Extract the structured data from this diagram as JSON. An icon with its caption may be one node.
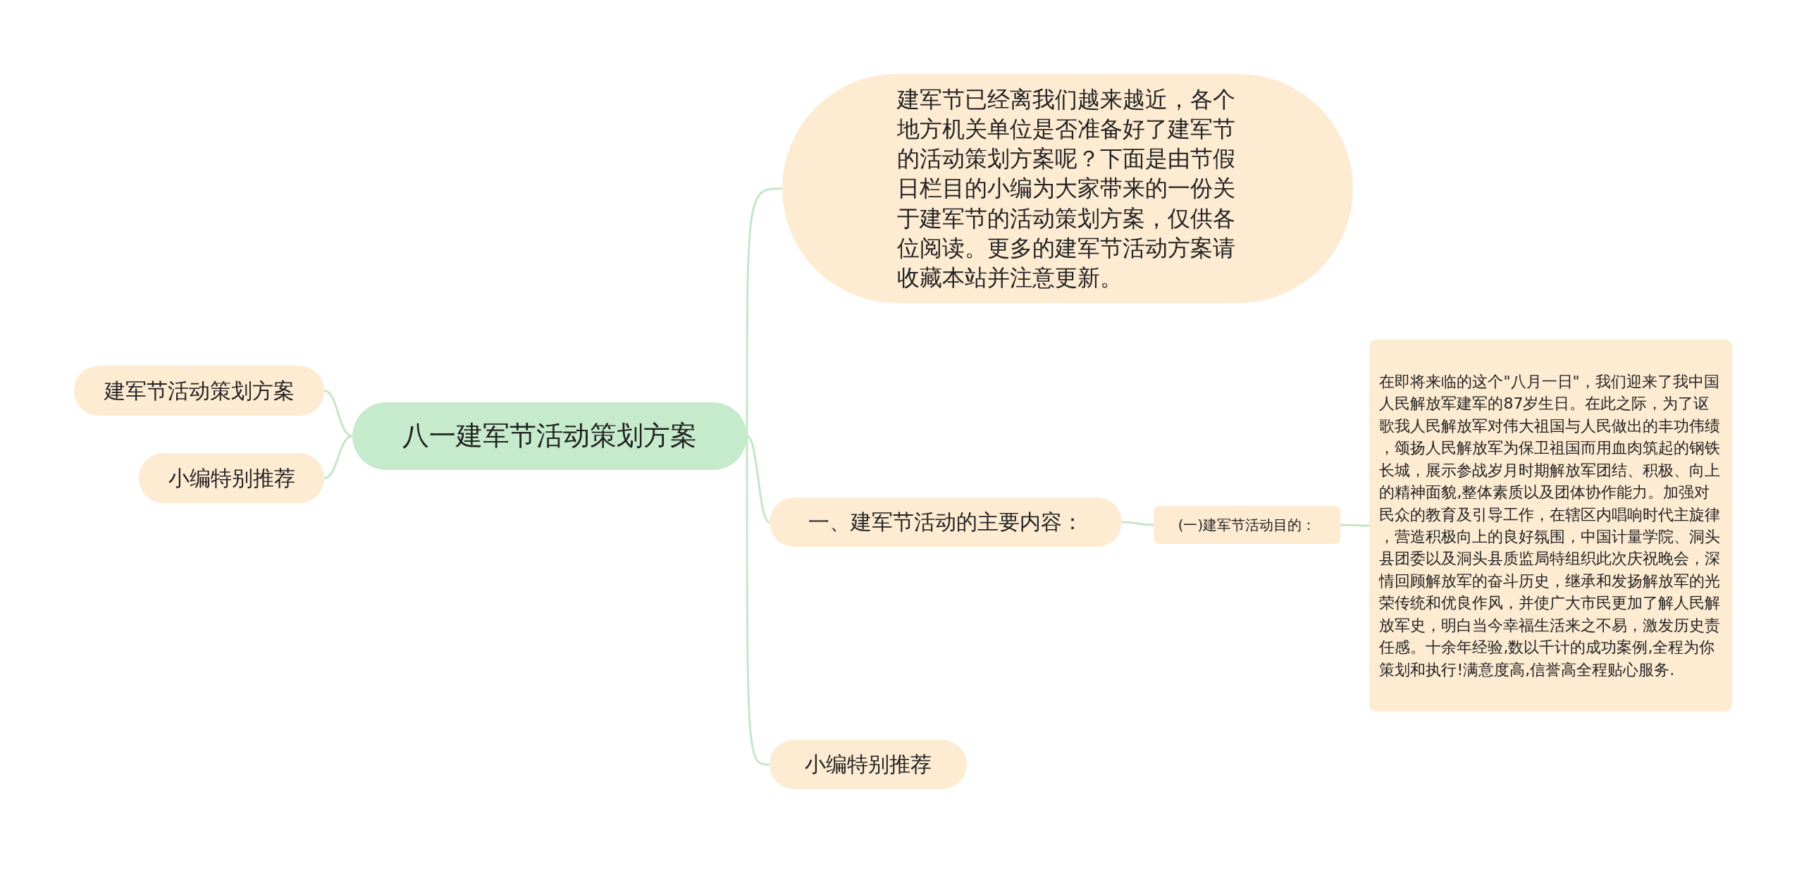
{
  "diagram": {
    "nodes": [
      {
        "text": [
          "八一建军节活动策划方案"
        ]
      },
      {
        "text": [
          "建军节已经离我们越来越近，各个地方机关单位是否准备好了建军节的活动策划方案呢？下面是由节假日栏目的小编为大家带来的一份关于建军节的活动策划方案，仅供各位阅读。更多的建军节活动方案请收藏本站并注意更新。"
        ]
      },
      {
        "text": [
          "一、建军节活动的主要内容："
        ]
      },
      {
        "text": [
          "(一)建军节活动目的："
        ]
      },
      {
        "text": [
          "在即将来临的这个\"八月一日\"，我们迎来了我中国人民解放军建军的87岁生日。在此之际，为了讴歌我人民解放军对伟大祖国与人民做出的丰功伟绩，颂扬人民解放军为保卫祖国而用血肉筑起的钢铁长城，展示参战岁月时期解放军团结、积极、向上的精神面貌,整体素质以及团体协作能力。加强对民众的教育及引导工作，在辖区内唱响时代主旋律，营造积极向上的良好氛围，中国计量学院、洞头县团委以及洞头县质监局特组织此次庆祝晚会，深情回顾解放军的奋斗历史，继承和发扬解放军的光荣传统和优良作风，并使广大市民更加了解人民解放军史，明白当今幸福生活来之不易，激发历史责任感。十余年经验,数以千计的成功案例,全程为你策划和执行!满意度高,信誉高全程贴心服务."
        ]
      },
      {
        "text": [
          "小编特别推荐"
        ]
      },
      {
        "text": [
          "建军节活动策划方案"
        ]
      },
      {
        "text": [
          "小编特别推荐"
        ]
      }
    ],
    "edges": [
      {
        "from": 0,
        "to": 1,
        "arrow": "none"
      },
      {
        "from": 0,
        "to": 2,
        "arrow": "none"
      },
      {
        "from": 2,
        "to": 3,
        "arrow": "none"
      },
      {
        "from": 3,
        "to": 4,
        "arrow": "none"
      },
      {
        "from": 0,
        "to": 5,
        "arrow": "none"
      },
      {
        "from": 0,
        "to": 6,
        "arrow": "none"
      },
      {
        "from": 0,
        "to": 7,
        "arrow": "none"
      }
    ]
  }
}
